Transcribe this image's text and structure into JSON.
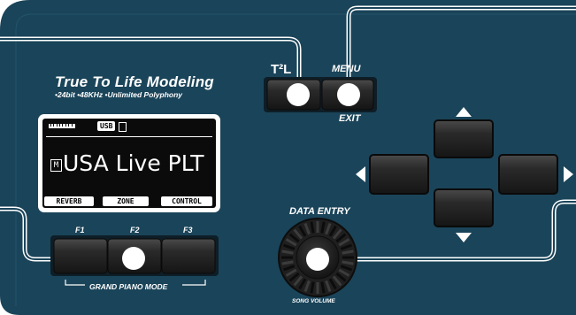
{
  "brand": {
    "title": "True To Life Modeling",
    "subtitle": "•24bit •48KHz •Unlimited Polyphony"
  },
  "buttons": {
    "tl_label": "T²L",
    "menu_label": "MENU",
    "exit_label": "EXIT",
    "f1_label": "F1",
    "f2_label": "F2",
    "f3_label": "F3",
    "grand_piano_mode_label": "GRAND PIANO MODE"
  },
  "display": {
    "usb_label": "USB",
    "mode_marker": "M",
    "sound_name": "USA Live PLT",
    "softkeys": [
      "REVERB",
      "ZONE",
      "CONTROL"
    ]
  },
  "data_entry": {
    "label": "DATA ENTRY",
    "sub_label": "SONG VOLUME"
  },
  "colors": {
    "panel": "#1a4459",
    "callout_line": "#ffffff",
    "button": "#2b2b2b",
    "lcd_bg": "#0b0b0b"
  }
}
